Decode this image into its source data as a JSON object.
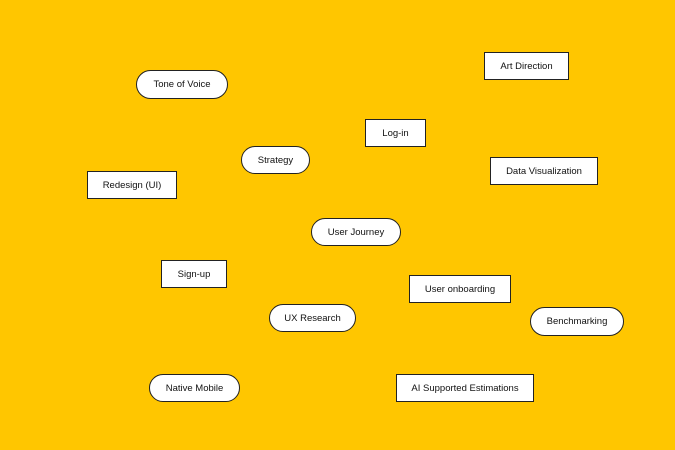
{
  "nodes": {
    "tone_of_voice": "Tone of Voice",
    "art_direction": "Art Direction",
    "log_in": "Log-in",
    "strategy": "Strategy",
    "data_visualization": "Data Visualization",
    "redesign_ui": "Redesign (UI)",
    "user_journey": "User Journey",
    "sign_up": "Sign-up",
    "user_onboarding": "User onboarding",
    "ux_research": "UX Research",
    "benchmarking": "Benchmarking",
    "native_mobile": "Native Mobile",
    "ai_supported_estimations": "AI Supported Estimations"
  },
  "colors": {
    "background": "#FFC600",
    "node_fill": "#FFFFFF",
    "node_border": "#222222"
  }
}
